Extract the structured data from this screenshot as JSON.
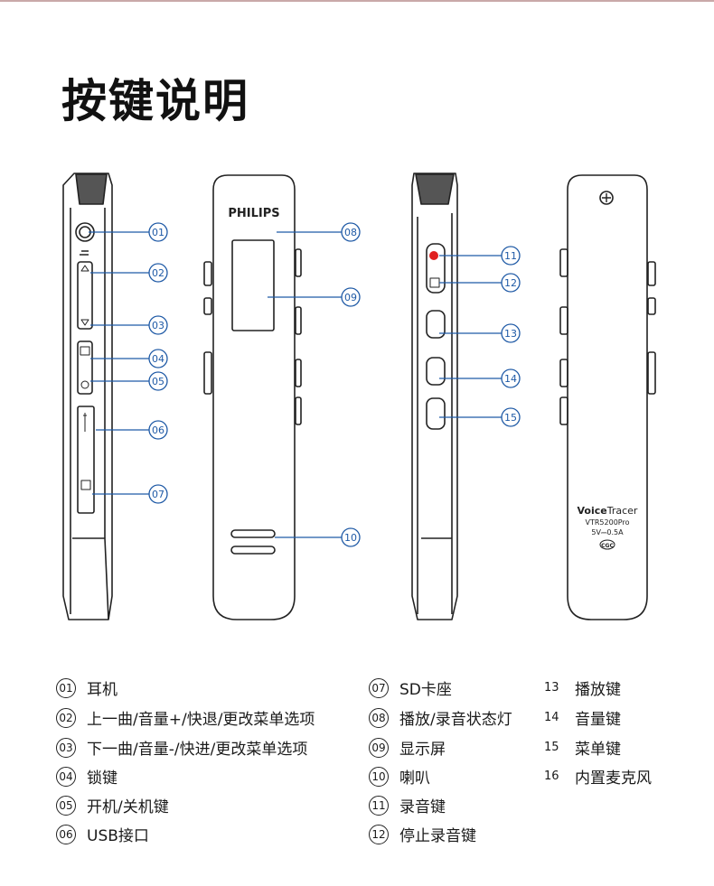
{
  "title": "按键说明",
  "brand": "PHILIPS",
  "device_label": {
    "line1_bold": "Voice",
    "line1_rest": "Tracer",
    "model": "VTR5200Pro",
    "rating": "5V⎓0.5A",
    "badge": "CGC"
  },
  "callout_numbers": [
    "01",
    "02",
    "03",
    "04",
    "05",
    "06",
    "07",
    "08",
    "09",
    "10",
    "11",
    "12",
    "13",
    "14",
    "15"
  ],
  "legend": [
    {
      "num": "01",
      "text": "耳机",
      "style": "circle"
    },
    {
      "num": "02",
      "text": "上一曲/音量+/快退/更改菜单选项",
      "style": "circle"
    },
    {
      "num": "03",
      "text": "下一曲/音量-/快进/更改菜单选项",
      "style": "circle"
    },
    {
      "num": "04",
      "text": "锁键",
      "style": "circle"
    },
    {
      "num": "05",
      "text": "开机/关机键",
      "style": "circle"
    },
    {
      "num": "06",
      "text": "USB接口",
      "style": "circle"
    },
    {
      "num": "07",
      "text": "SD卡座",
      "style": "circle"
    },
    {
      "num": "08",
      "text": "播放/录音状态灯",
      "style": "circle"
    },
    {
      "num": "09",
      "text": "显示屏",
      "style": "circle"
    },
    {
      "num": "10",
      "text": "喇叭",
      "style": "circle"
    },
    {
      "num": "11",
      "text": "录音键",
      "style": "circle"
    },
    {
      "num": "12",
      "text": "停止录音键",
      "style": "circle"
    },
    {
      "num": "13",
      "text": "播放键",
      "style": "plain"
    },
    {
      "num": "14",
      "text": "音量键",
      "style": "plain"
    },
    {
      "num": "15",
      "text": "菜单键",
      "style": "plain"
    },
    {
      "num": "16",
      "text": "内置麦克风",
      "style": "plain"
    }
  ],
  "colors": {
    "callout": "#1f5aa6",
    "outline": "#222222",
    "record": "#e02020"
  }
}
